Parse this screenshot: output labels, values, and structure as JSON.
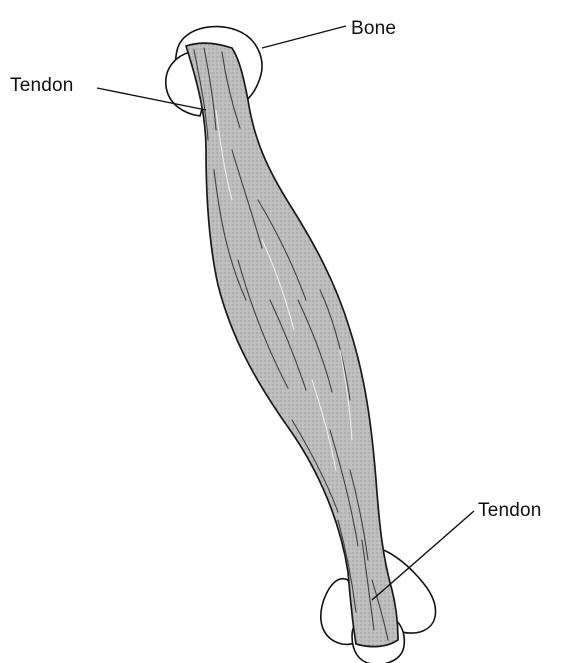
{
  "labels": {
    "bone": "Bone",
    "tendon_top": "Tendon",
    "tendon_bottom": "Tendon"
  },
  "colors": {
    "muscle_fill": "#b3b3b3",
    "outline": "#111111",
    "bone_fill": "#ffffff"
  }
}
